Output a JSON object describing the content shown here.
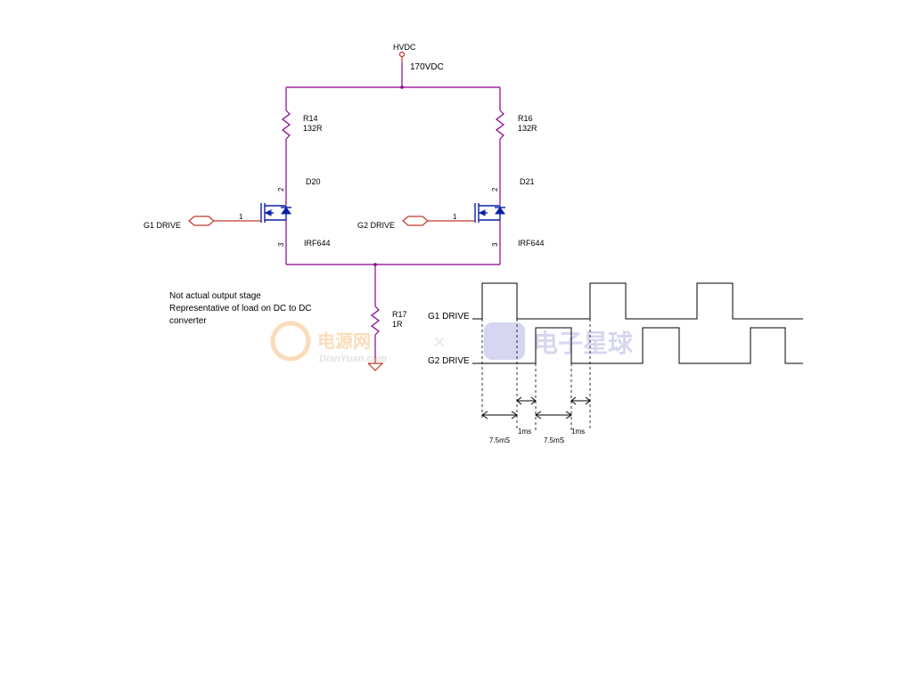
{
  "circuit": {
    "supply": {
      "name": "HVDC",
      "voltage": "170VDC"
    },
    "resistors": [
      {
        "ref": "R14",
        "value": "132R"
      },
      {
        "ref": "R16",
        "value": "132R"
      },
      {
        "ref": "R17",
        "value": "1R"
      }
    ],
    "mosfets": [
      {
        "ref": "D20",
        "part": "IRF644",
        "pin_gate": "1",
        "pin_drain": "2",
        "pin_source": "3"
      },
      {
        "ref": "D21",
        "part": "IRF644",
        "pin_gate": "1",
        "pin_drain": "2",
        "pin_source": "3"
      }
    ],
    "drive_ports": [
      "G1 DRIVE",
      "G2 DRIVE"
    ],
    "note_lines": [
      "Not actual output stage",
      "Representative of load on DC to DC",
      "converter"
    ]
  },
  "timing": {
    "signals": [
      "G1 DRIVE",
      "G2 DRIVE"
    ],
    "intervals": [
      "7.5mS",
      "1ms",
      "7.5mS",
      "1ms"
    ]
  },
  "watermark": {
    "left_brand": "电源网",
    "left_url": "DianYuan.com",
    "separator": "×",
    "right_brand": "电子星球"
  },
  "colors": {
    "wire": "#8b008b",
    "mosfet": "#0b1fa8",
    "port": "#c0392b"
  }
}
